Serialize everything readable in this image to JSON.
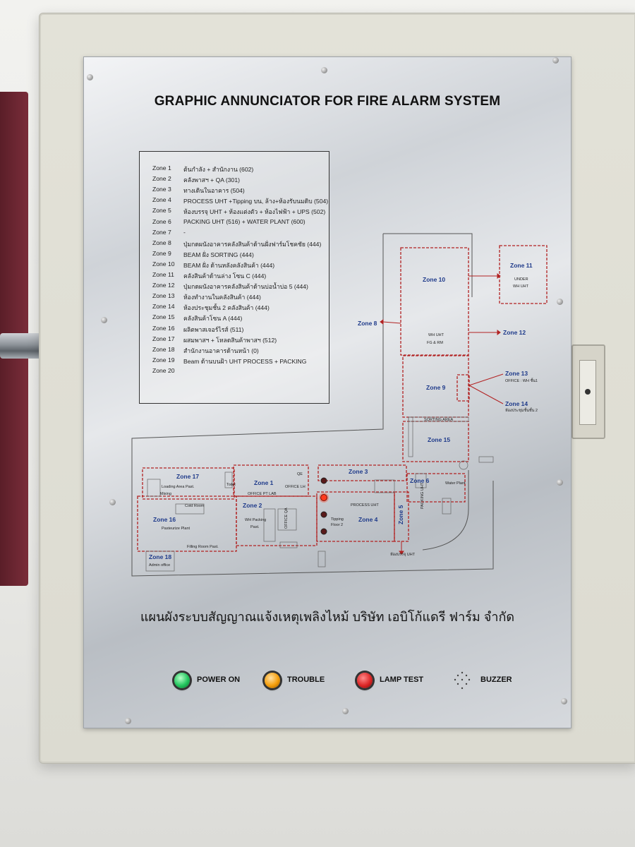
{
  "panel": {
    "title": "GRAPHIC ANNUNCIATOR FOR FIRE ALARM SYSTEM",
    "company_line": "แผนผังระบบสัญญาณแจ้งเหตุเพลิงไหม้ บริษัท  เอบิโก้แดรี ฟาร์ม จำกัด"
  },
  "legend": [
    {
      "zone": "Zone 1",
      "desc": "ต้นกำลัง + สำนักงาน (602)"
    },
    {
      "zone": "Zone 2",
      "desc": "คลังพาสฯ + QA (301)"
    },
    {
      "zone": "Zone 3",
      "desc": "ทางเดินในอาคาร (504)"
    },
    {
      "zone": "Zone 4",
      "desc": "PROCESS UHT +Tipping บน, ล้าง+ห้องรับนมดิบ (504)"
    },
    {
      "zone": "Zone 5",
      "desc": "ห้องบรรจุ UHT + ห้องแต่งตัว + ห้องไฟฟ้า + UPS (502)"
    },
    {
      "zone": "Zone 6",
      "desc": "PACKING UHT (516) + WATER PLANT (600)"
    },
    {
      "zone": "Zone 7",
      "desc": "-"
    },
    {
      "zone": "Zone 8",
      "desc": "ปุ่มกดผนังอาคารคลังสินค้าด้านฝั่งฟาร์มโชคชัย (444)"
    },
    {
      "zone": "Zone 9",
      "desc": "BEAM ฝั่ง SORTING (444)"
    },
    {
      "zone": "Zone 10",
      "desc": "BEAM ฝั่ง ด้านหลังคลังสินค้า (444)"
    },
    {
      "zone": "Zone 11",
      "desc": "คลังสินค้าด้านล่าง โซน C (444)"
    },
    {
      "zone": "Zone 12",
      "desc": "ปุ่มกดผนังอาคารคลังสินค้าด้านบ่อน้ำบ่อ 5 (444)"
    },
    {
      "zone": "Zone 13",
      "desc": "ห้องทำงานในคลังสินค้า (444)"
    },
    {
      "zone": "Zone 14",
      "desc": "ห้องประชุมชั้น 2 คลังสินค้า (444)"
    },
    {
      "zone": "Zone 15",
      "desc": "คลังสินค้าโซน A (444)"
    },
    {
      "zone": "Zone 16",
      "desc": "ผลิตพาสเจอร์ไรส์ (511)"
    },
    {
      "zone": "Zone 17",
      "desc": "ผสมพาสฯ + โหลดสินค้าพาสฯ (512)"
    },
    {
      "zone": "Zone 18",
      "desc": "สำนักงานอาคารด้านหน้า (0)"
    },
    {
      "zone": "Zone 19",
      "desc": "Beam ด้านบนฝ้า UHT PROCESS + PACKING"
    },
    {
      "zone": "Zone 20",
      "desc": ""
    }
  ],
  "map": {
    "zone10": "Zone 10",
    "zone11": "Zone 11",
    "zone11_sub1": "UNDER",
    "zone11_sub2": "WH UHT",
    "zone8": "Zone 8",
    "zone12": "Zone 12",
    "wh_uht": "WH UHT",
    "fg_rm": "FG & RM",
    "zone9": "Zone 9",
    "zone13": "Zone 13",
    "zone13_sub": "OFFICE : WH ชั้น1",
    "zone14": "Zone 14",
    "zone14_sub": "ห้องประชุมชั้นชั้น 2",
    "sorting_area": "SORTING  AREA",
    "zone15": "Zone 15",
    "zone17": "Zone 17",
    "loading_area": "Loading Area Past.",
    "mixing": "Mixing",
    "toilet": "Toilet",
    "zone1": "Zone 1",
    "office_pt_lab": "OFFICE PT LAB",
    "qe": "QE",
    "office_lh": "OFFICE LH",
    "zone3": "Zone 3",
    "zone6": "Zone 6",
    "water_plant": "Water Plant",
    "zone16": "Zone 16",
    "cold_room": "Cold  Room",
    "pasteurize_plant": "Pasteurize Plant",
    "zone2": "Zone 2",
    "wh_packing": "WH Packing",
    "past": "Past.",
    "office_qa": "OFFICE QA",
    "process_uht": "PROCESS UHT",
    "packing_uht": "PACKING UHT",
    "tipping": "Tipping",
    "floor2": "Floor 2",
    "zone4": "Zone 4",
    "zone5": "Zone 5",
    "filling_room": "Filling Room Past.",
    "zone18": "Zone 18",
    "admin_office": "Admin office",
    "hong_banju_uht": "ห้องบรรจุ UHT"
  },
  "indicators": {
    "power_on": "POWER ON",
    "trouble": "TROUBLE",
    "lamp_test": "LAMP TEST",
    "buzzer": "BUZZER"
  },
  "colors": {
    "zone_border": "#b22222",
    "zone_label": "#1e3a8a",
    "power_lamp": "#22c55e",
    "trouble_lamp": "#f59e0b",
    "lamp_test_button": "#dc2626",
    "active_zone_led": "#ff3b1f"
  },
  "status": {
    "active_zone_led_lit": true
  }
}
